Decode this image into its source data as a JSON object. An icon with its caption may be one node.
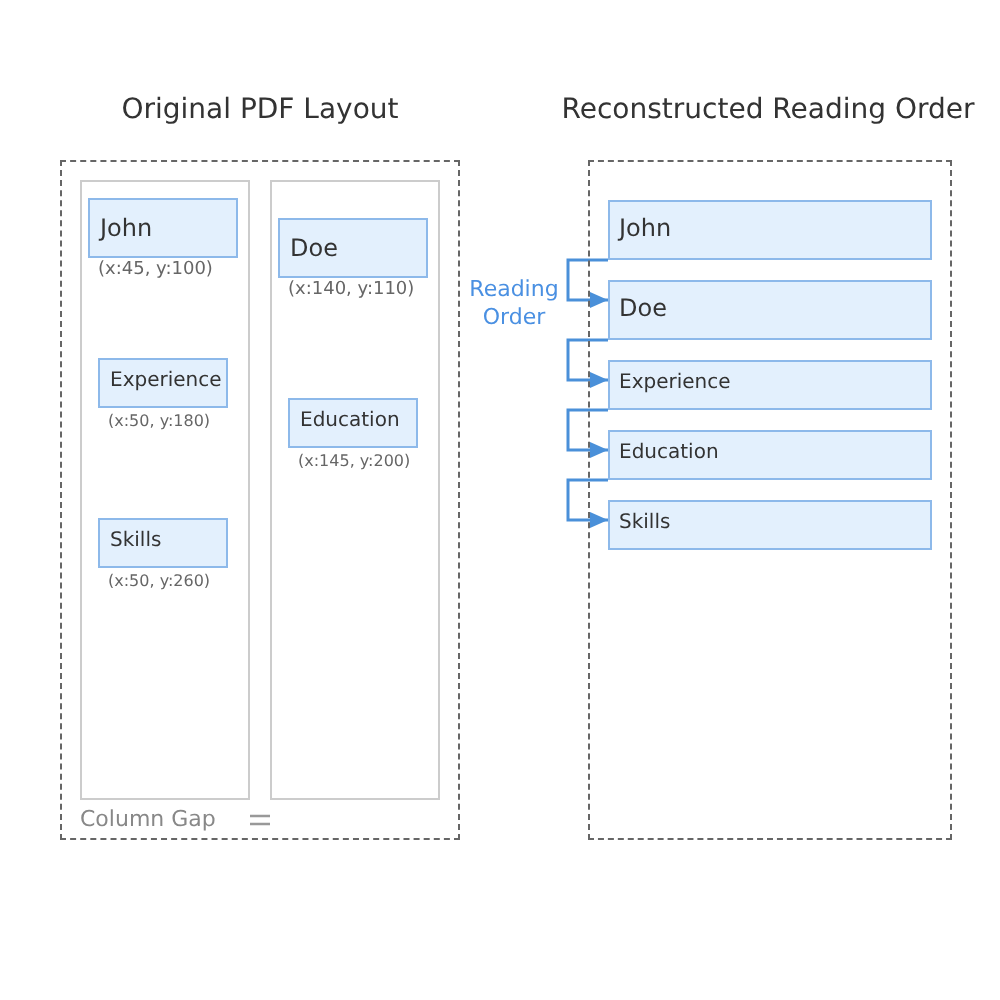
{
  "diagram": {
    "nodes": [
      {
        "text": [
          "Original PDF Layout"
        ]
      },
      {
        "text": [],
        "shape": "box",
        "in": 0
      },
      {
        "text": [
          "John"
        ],
        "beside": [
          "(x:45, y:100)"
        ],
        "in": 1
      },
      {
        "text": [
          "Experience"
        ],
        "beside": [
          "(x:50, y:180)"
        ],
        "in": 1
      },
      {
        "text": [
          "Skills"
        ],
        "beside": [
          "(x:50, y:260)"
        ],
        "in": 1
      },
      {
        "text": [],
        "shape": "box",
        "in": 0
      },
      {
        "text": [
          "Doe"
        ],
        "beside": [
          "(x:140, y:110)"
        ],
        "in": 5
      },
      {
        "text": [
          "Education"
        ],
        "beside": [
          "(x:145, y:200)"
        ],
        "in": 5
      },
      {
        "text": [
          "Reconstructed Reading Order"
        ]
      },
      {
        "text": [
          "John"
        ],
        "in": 8
      },
      {
        "text": [
          "Doe"
        ],
        "in": 8
      },
      {
        "text": [
          "Experience"
        ],
        "in": 8
      },
      {
        "text": [
          "Education"
        ],
        "in": 8
      },
      {
        "text": [
          "Skills"
        ],
        "in": 8
      }
    ],
    "edges": [
      {
        "from": 9,
        "to": 10,
        "arrow": "to"
      },
      {
        "from": 10,
        "to": 11,
        "arrow": "to"
      },
      {
        "from": 11,
        "to": 12,
        "arrow": "to"
      },
      {
        "from": 12,
        "to": 13,
        "arrow": "to"
      }
    ],
    "labels": [
      "Reading Order",
      "Column Gap"
    ]
  }
}
